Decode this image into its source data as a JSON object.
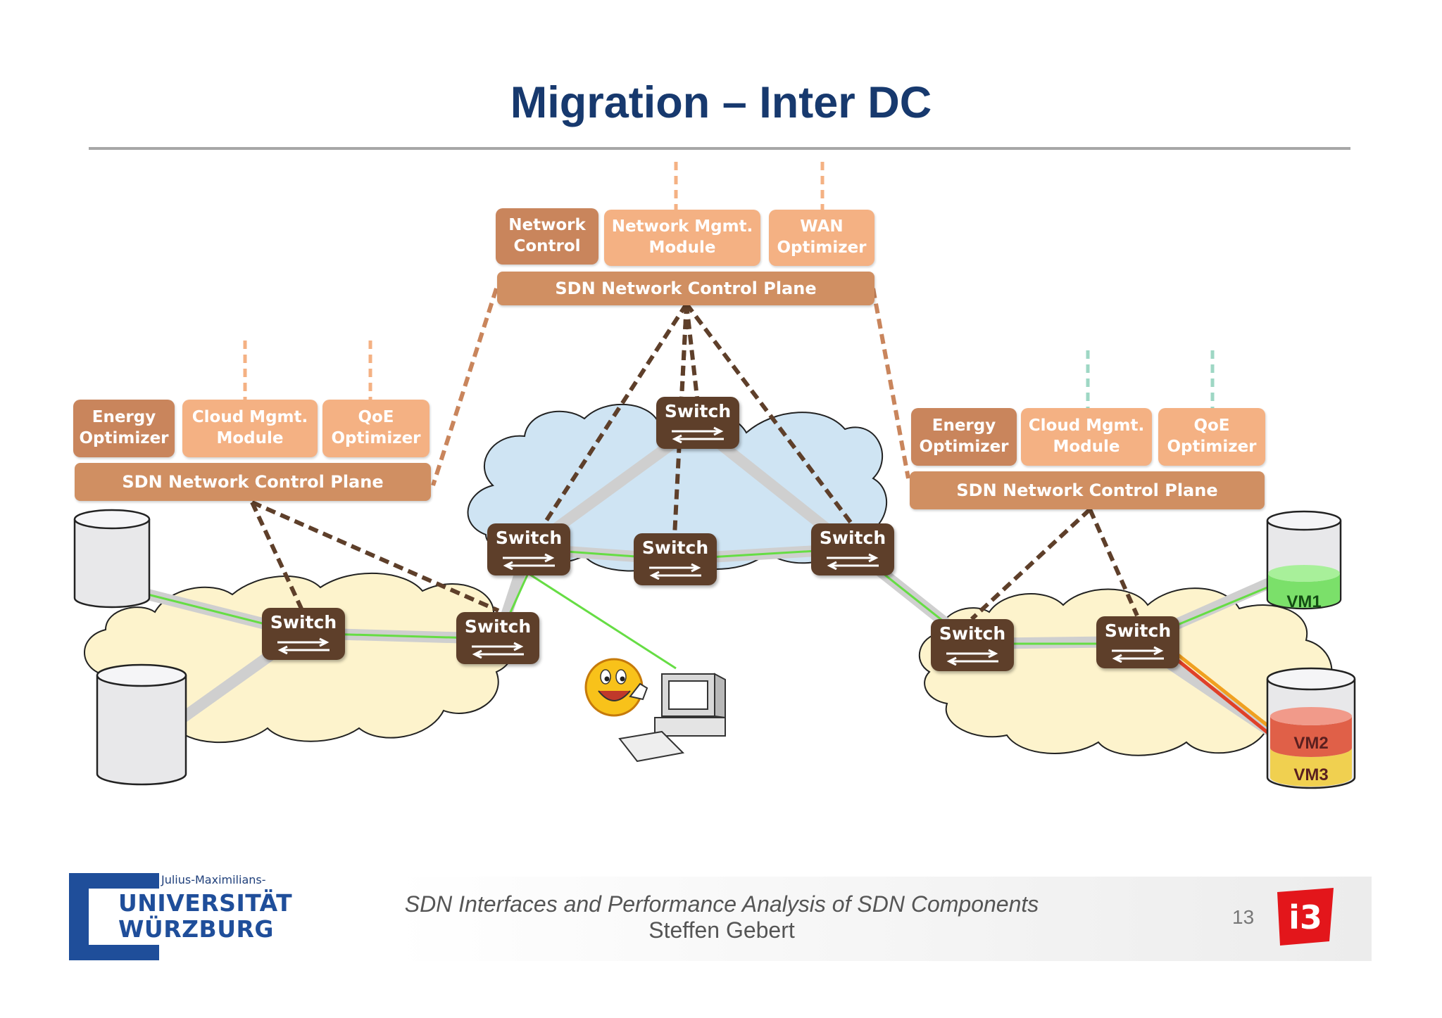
{
  "slide": {
    "title": "Migration – Inter DC",
    "footer_title": "SDN Interfaces and Performance Analysis of SDN Components",
    "footer_author": "Steffen Gebert",
    "page_number": "13",
    "logo_small_text": "Julius-Maximilians-",
    "logo_line1": "UNIVERSITÄT",
    "logo_line2": "WÜRZBURG",
    "logo_right": "i3"
  },
  "center_dc": {
    "modules": [
      "Network Control",
      "Network Mgmt. Module",
      "WAN Optimizer"
    ],
    "plane": "SDN Network Control Plane"
  },
  "left_dc": {
    "modules": [
      "Energy Optimizer",
      "Cloud Mgmt. Module",
      "QoE Optimizer"
    ],
    "plane": "SDN Network Control Plane"
  },
  "right_dc": {
    "modules": [
      "Energy Optimizer",
      "Cloud Mgmt. Module",
      "QoE Optimizer"
    ],
    "plane": "SDN Network Control Plane"
  },
  "switch_label": "Switch",
  "vms": [
    "VM1",
    "VM2",
    "VM3"
  ],
  "colors": {
    "title": "#17396e",
    "module_dark": "#c9855c",
    "module_light": "#f4b183",
    "plane": "#d08f62",
    "switch": "#5e3f2a",
    "cloud_wan": "#cfe4f3",
    "cloud_dc": "#fdf3cc",
    "link_green": "#66dd44",
    "control_dash": "#5e3f2a",
    "vm1": "#7be06a",
    "vm2": "#e06048",
    "vm3": "#f0d050"
  }
}
